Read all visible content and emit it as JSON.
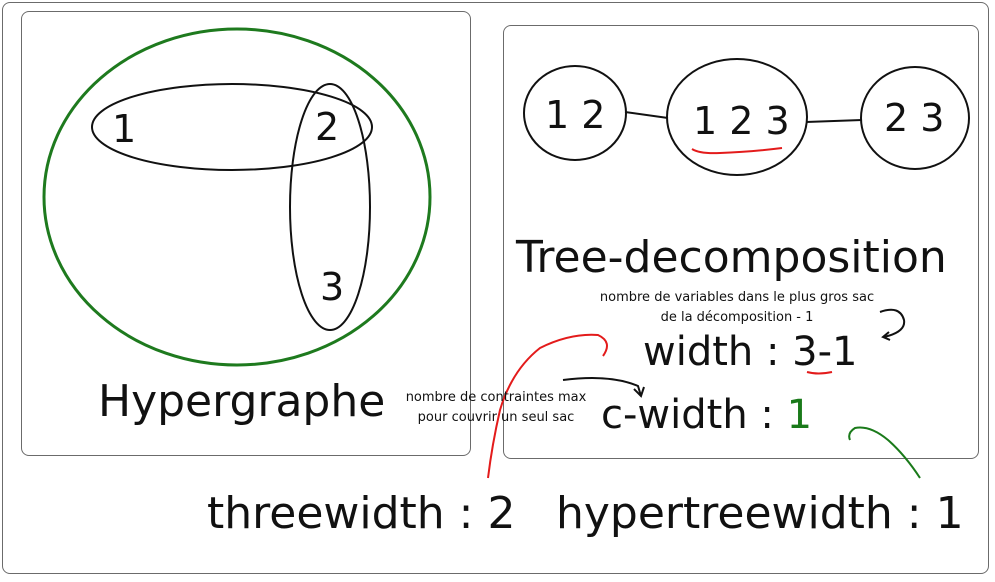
{
  "hypergraph": {
    "title": "Hypergraphe",
    "vertices": [
      "1",
      "2",
      "3"
    ]
  },
  "tree_decomposition": {
    "title": "Tree-decomposition",
    "bags": [
      "1 2",
      "1 2 3",
      "2 3"
    ]
  },
  "metrics": {
    "width_label": "width : ",
    "width_value_a": "3",
    "width_value_b": "-1",
    "cwidth_label": "c-width : ",
    "cwidth_value": "1",
    "threewidth": "threewidth : 2",
    "hypertreewidth": "hypertreewidth : 1"
  },
  "notes": {
    "width_note_line1": "nombre de variables dans le plus gros sac",
    "width_note_line2": "de la décomposition - 1",
    "cwidth_note_line1": "nombre de contraintes max",
    "cwidth_note_line2": "pour couvrir un seul sac"
  },
  "colors": {
    "outer_hyperedge": "#1e7a1e",
    "annotation_red": "#e31b1b",
    "annotation_green": "#1a7a1a",
    "annotation_black": "#111111",
    "panel_border": "#6b6b6b"
  }
}
